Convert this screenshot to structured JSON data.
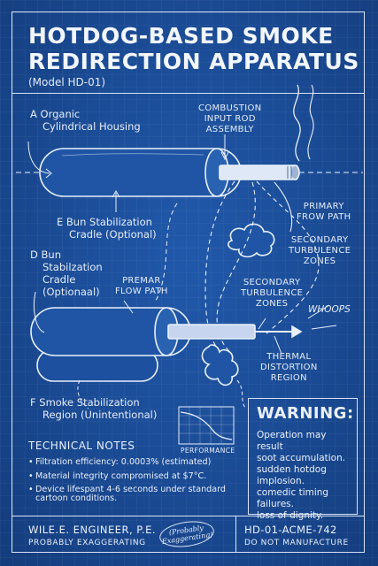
{
  "title": {
    "line1": "HOTDOG-BASED SMOKE",
    "line2": "REDIRECTION APPARATUS"
  },
  "model": "(Model HD-01)",
  "labels": {
    "a": {
      "line1": "A  Organic",
      "line2": "Cylindrical Housing"
    },
    "combustion": {
      "line1": "COMBUSTION",
      "line2": "INPUT ROD",
      "line3": "ASSEMBLY"
    },
    "e": {
      "line1": "E  Bun Stabilization",
      "line2": "Cradle (Optional)"
    },
    "primary": {
      "line1": "PRIMARY",
      "line2": "FROW PATH"
    },
    "secondary_top": {
      "line1": "SECONDARY",
      "line2": "TURBULENCE",
      "line3": "ZONES"
    },
    "d": {
      "line1": "D  Bun",
      "line2": "Stabilzation",
      "line3": "Cradle",
      "line4": "(Optionaal)"
    },
    "premar": {
      "line1": "PREMAR",
      "line2": "FLOW PATH"
    },
    "secondary_mid": {
      "line1": "SECONDARY",
      "line2": "TURBULENCE",
      "line3": "ZONES"
    },
    "whoops": "WHOOPS",
    "thermal": {
      "line1": "THERMAL",
      "line2": "DISTORTION",
      "line3": "REGION"
    },
    "f": {
      "line1": "F  Smoke Stabilization",
      "line2": "Region (Unintentional)"
    }
  },
  "performance_label": "PERFORMANCE",
  "technical_notes": {
    "heading": "TECHNICAL NOTES",
    "items": [
      "Filtration efficiency: 0.0003% (estimated)",
      "Material integrity compromised at $7°C.",
      "Device lifespant 4-6 seconds under standard",
      "cartoon conditions."
    ]
  },
  "warning": {
    "title": "WARNING:",
    "lines": [
      "Operation may result",
      "soot accumulation.",
      "sudden hotdog",
      "implosion.",
      "comedic timing",
      "failures.",
      "loss of dignity."
    ]
  },
  "footer": {
    "engineer": "WILE.E. ENGINEER, P.E.",
    "subtitle": "PROBABLY EXAGGERATING",
    "stamp": {
      "line1": "(Probably",
      "line2": "Exaggerating)"
    },
    "code": "HD-01-ACME-742",
    "notice": "DO NOT MANUFACTURE"
  },
  "colors": {
    "background": "#1a4a93",
    "line": "#e9f0fb"
  }
}
